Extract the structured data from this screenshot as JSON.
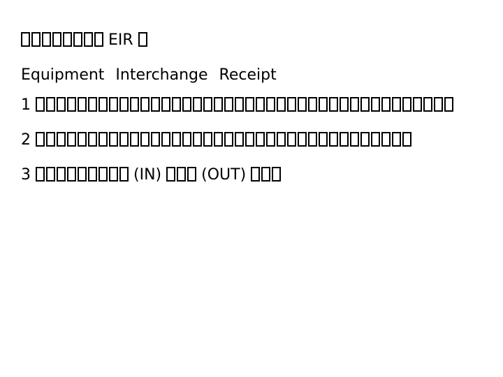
{
  "document": {
    "background_color": "#ffffff",
    "text_color": "#000000",
    "missing_glyph_note": "Thai script characters render as empty box placeholders (tofu) because the font lacks these glyphs",
    "lines": [
      {
        "id": "title-thai",
        "segments": [
          {
            "kind": "tofu",
            "count": 8
          },
          {
            "kind": "space"
          },
          {
            "kind": "latin",
            "text": "EIR"
          },
          {
            "kind": "space"
          },
          {
            "kind": "tofu",
            "count": 1
          }
        ],
        "plain_text": "□□□□□□□□ EIR □"
      },
      {
        "id": "title-english",
        "segments": [
          {
            "kind": "latin",
            "text": "Equipment"
          },
          {
            "kind": "wide-space"
          },
          {
            "kind": "latin",
            "text": "Interchange"
          },
          {
            "kind": "wide-space"
          },
          {
            "kind": "latin",
            "text": "Receipt"
          }
        ],
        "plain_text": "Equipment  Interchange  Receipt"
      },
      {
        "id": "item-1",
        "segments": [
          {
            "kind": "num",
            "text": "1"
          },
          {
            "kind": "space"
          },
          {
            "kind": "tofu",
            "count": 40
          }
        ],
        "plain_text": "1 □□□□□□□□□□□□□□□□□□□□□□□□□□□□□□□□□□□□□□□□"
      },
      {
        "id": "item-2",
        "segments": [
          {
            "kind": "num",
            "text": "2"
          },
          {
            "kind": "space"
          },
          {
            "kind": "tofu",
            "count": 36
          }
        ],
        "plain_text": "2 □□□□□□□□□□□□□□□□□□□□□□□□□□□□□□□□□□□□"
      },
      {
        "id": "item-3",
        "segments": [
          {
            "kind": "num",
            "text": "3"
          },
          {
            "kind": "space"
          },
          {
            "kind": "tofu",
            "count": 9
          },
          {
            "kind": "space"
          },
          {
            "kind": "latin",
            "text": "(IN)"
          },
          {
            "kind": "space"
          },
          {
            "kind": "tofu",
            "count": 3
          },
          {
            "kind": "space"
          },
          {
            "kind": "latin",
            "text": "(OUT)"
          },
          {
            "kind": "space"
          },
          {
            "kind": "tofu",
            "count": 3
          }
        ],
        "plain_text": "3 □□□□□□□□□ (IN) □□□ (OUT) □□□"
      }
    ]
  }
}
